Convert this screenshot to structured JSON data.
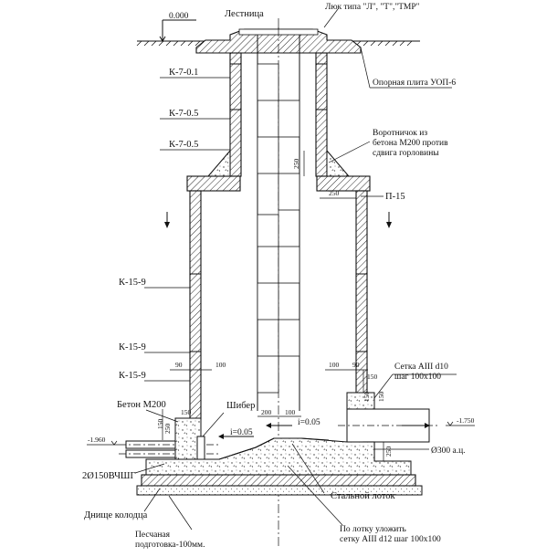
{
  "labels": {
    "level": "0.000",
    "ladder": "Лестница",
    "hatch_type": "Люк типа \"Л\", \"Т\",\"ТМР\"",
    "support_plate": "Опорная плита УОП-6",
    "ring_k701": "К-7-0.1",
    "ring_k705a": "К-7-0.5",
    "ring_k705b": "К-7-0.5",
    "collar": "Воротничок из\nбетона М200 против\nсдвига горловины",
    "slab": "П-15",
    "ring_k159a": "К-15-9",
    "ring_k159b": "К-15-9",
    "ring_k159c": "К-15-9",
    "mesh_top": "Сетка AIII d10\nшаг 100х100",
    "concrete_m200": "Бетон М200",
    "gate": "Шибер",
    "pipe_right": "Ø300 а.ц.",
    "pipes_left": "2Ø150ВЧШГ",
    "well_bottom": "Днище колодца",
    "steel_tray": "Стальной лоток",
    "tray_mesh": "По лотку уложить\nсетку AIII d12 шаг 100х100",
    "sand_bed": "Песчаная\nподготовка-100мм."
  },
  "dimensions": {
    "d250_neck": "250",
    "d250_slab": "250",
    "d90_left": "90",
    "d100_left": "100",
    "d100_right": "100",
    "d90_right": "90",
    "d150_right": "150",
    "d150_left": "150",
    "d250_left": "250",
    "d200": "200",
    "d100_mid": "100",
    "d250_right": "250",
    "d150_bottom": "150",
    "slope_left": "i=0.05",
    "slope_right": "i=0.05",
    "level_left": "-1.960",
    "level_right": "-1.750",
    "d150_foot": "150",
    "d150_footb": "150"
  },
  "icons": {
    "section_arrow_left": "section-arrow-icon",
    "section_arrow_right": "section-arrow-icon",
    "level_mark": "level-mark-icon"
  }
}
